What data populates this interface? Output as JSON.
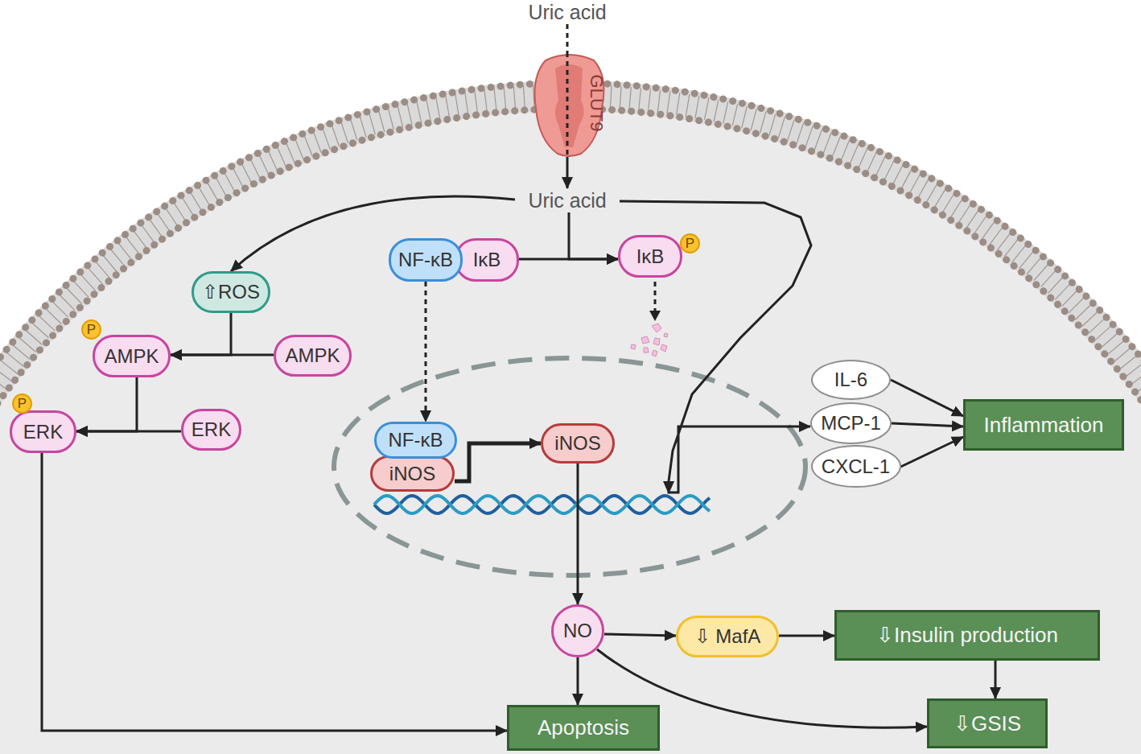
{
  "diagram": {
    "nodes": [
      {
        "text": [
          "Uric acid"
        ]
      },
      {
        "text": [
          "GLUT9"
        ]
      },
      {
        "text": [
          "Uric acid"
        ]
      },
      {
        "text": [
          "⇧ROS"
        ]
      },
      {
        "text": [
          "NF-κB"
        ]
      },
      {
        "text": [
          "IκB"
        ]
      },
      {
        "text": [
          "IκB"
        ]
      },
      {
        "text": [
          "P"
        ]
      },
      {
        "text": [
          "AMPK"
        ]
      },
      {
        "text": [
          "P"
        ]
      },
      {
        "text": [
          "AMPK"
        ]
      },
      {
        "text": [
          "ERK"
        ]
      },
      {
        "text": [
          "P"
        ]
      },
      {
        "text": [
          "ERK"
        ]
      },
      {
        "text": [
          "NF-κB"
        ]
      },
      {
        "text": [
          "iNOS"
        ]
      },
      {
        "text": [
          "iNOS"
        ]
      },
      {
        "text": [
          "IL-6"
        ]
      },
      {
        "text": [
          "MCP-1"
        ]
      },
      {
        "text": [
          "CXCL-1"
        ]
      },
      {
        "text": [
          "Inflammation"
        ]
      },
      {
        "text": [
          "NO"
        ]
      },
      {
        "text": [
          "⇩ MafA"
        ]
      },
      {
        "text": [
          "⇩Insulin production"
        ]
      },
      {
        "text": [
          "Apoptosis"
        ]
      },
      {
        "text": [
          "⇩GSIS"
        ]
      }
    ],
    "edges": [
      {
        "from": 0,
        "to": 1,
        "arrow": "none"
      },
      {
        "from": 1,
        "to": 2,
        "arrow": "to"
      },
      {
        "from": 2,
        "to": 3,
        "arrow": "to"
      },
      {
        "from": 5,
        "to": 6,
        "arrow": "to"
      },
      {
        "from": 2,
        "to": 6,
        "arrow": "to"
      },
      {
        "from": 4,
        "to": 14,
        "arrow": "to"
      },
      {
        "from": 10,
        "to": 8,
        "arrow": "to"
      },
      {
        "from": 3,
        "to": 8,
        "arrow": "to"
      },
      {
        "from": 13,
        "to": 11,
        "arrow": "to"
      },
      {
        "from": 8,
        "to": 11,
        "arrow": "to"
      },
      {
        "from": 11,
        "to": 24,
        "arrow": "to"
      },
      {
        "from": 2,
        "to": 18,
        "arrow": "to"
      },
      {
        "from": 15,
        "to": 16,
        "arrow": "to"
      },
      {
        "from": 16,
        "to": 21,
        "arrow": "to"
      },
      {
        "from": 17,
        "to": 20,
        "arrow": "to"
      },
      {
        "from": 18,
        "to": 20,
        "arrow": "to"
      },
      {
        "from": 19,
        "to": 20,
        "arrow": "to"
      },
      {
        "from": 21,
        "to": 22,
        "arrow": "to"
      },
      {
        "from": 22,
        "to": 23,
        "arrow": "to"
      },
      {
        "from": 23,
        "to": 25,
        "arrow": "to"
      },
      {
        "from": 21,
        "to": 24,
        "arrow": "to"
      },
      {
        "from": 21,
        "to": 25,
        "arrow": "to"
      }
    ]
  }
}
